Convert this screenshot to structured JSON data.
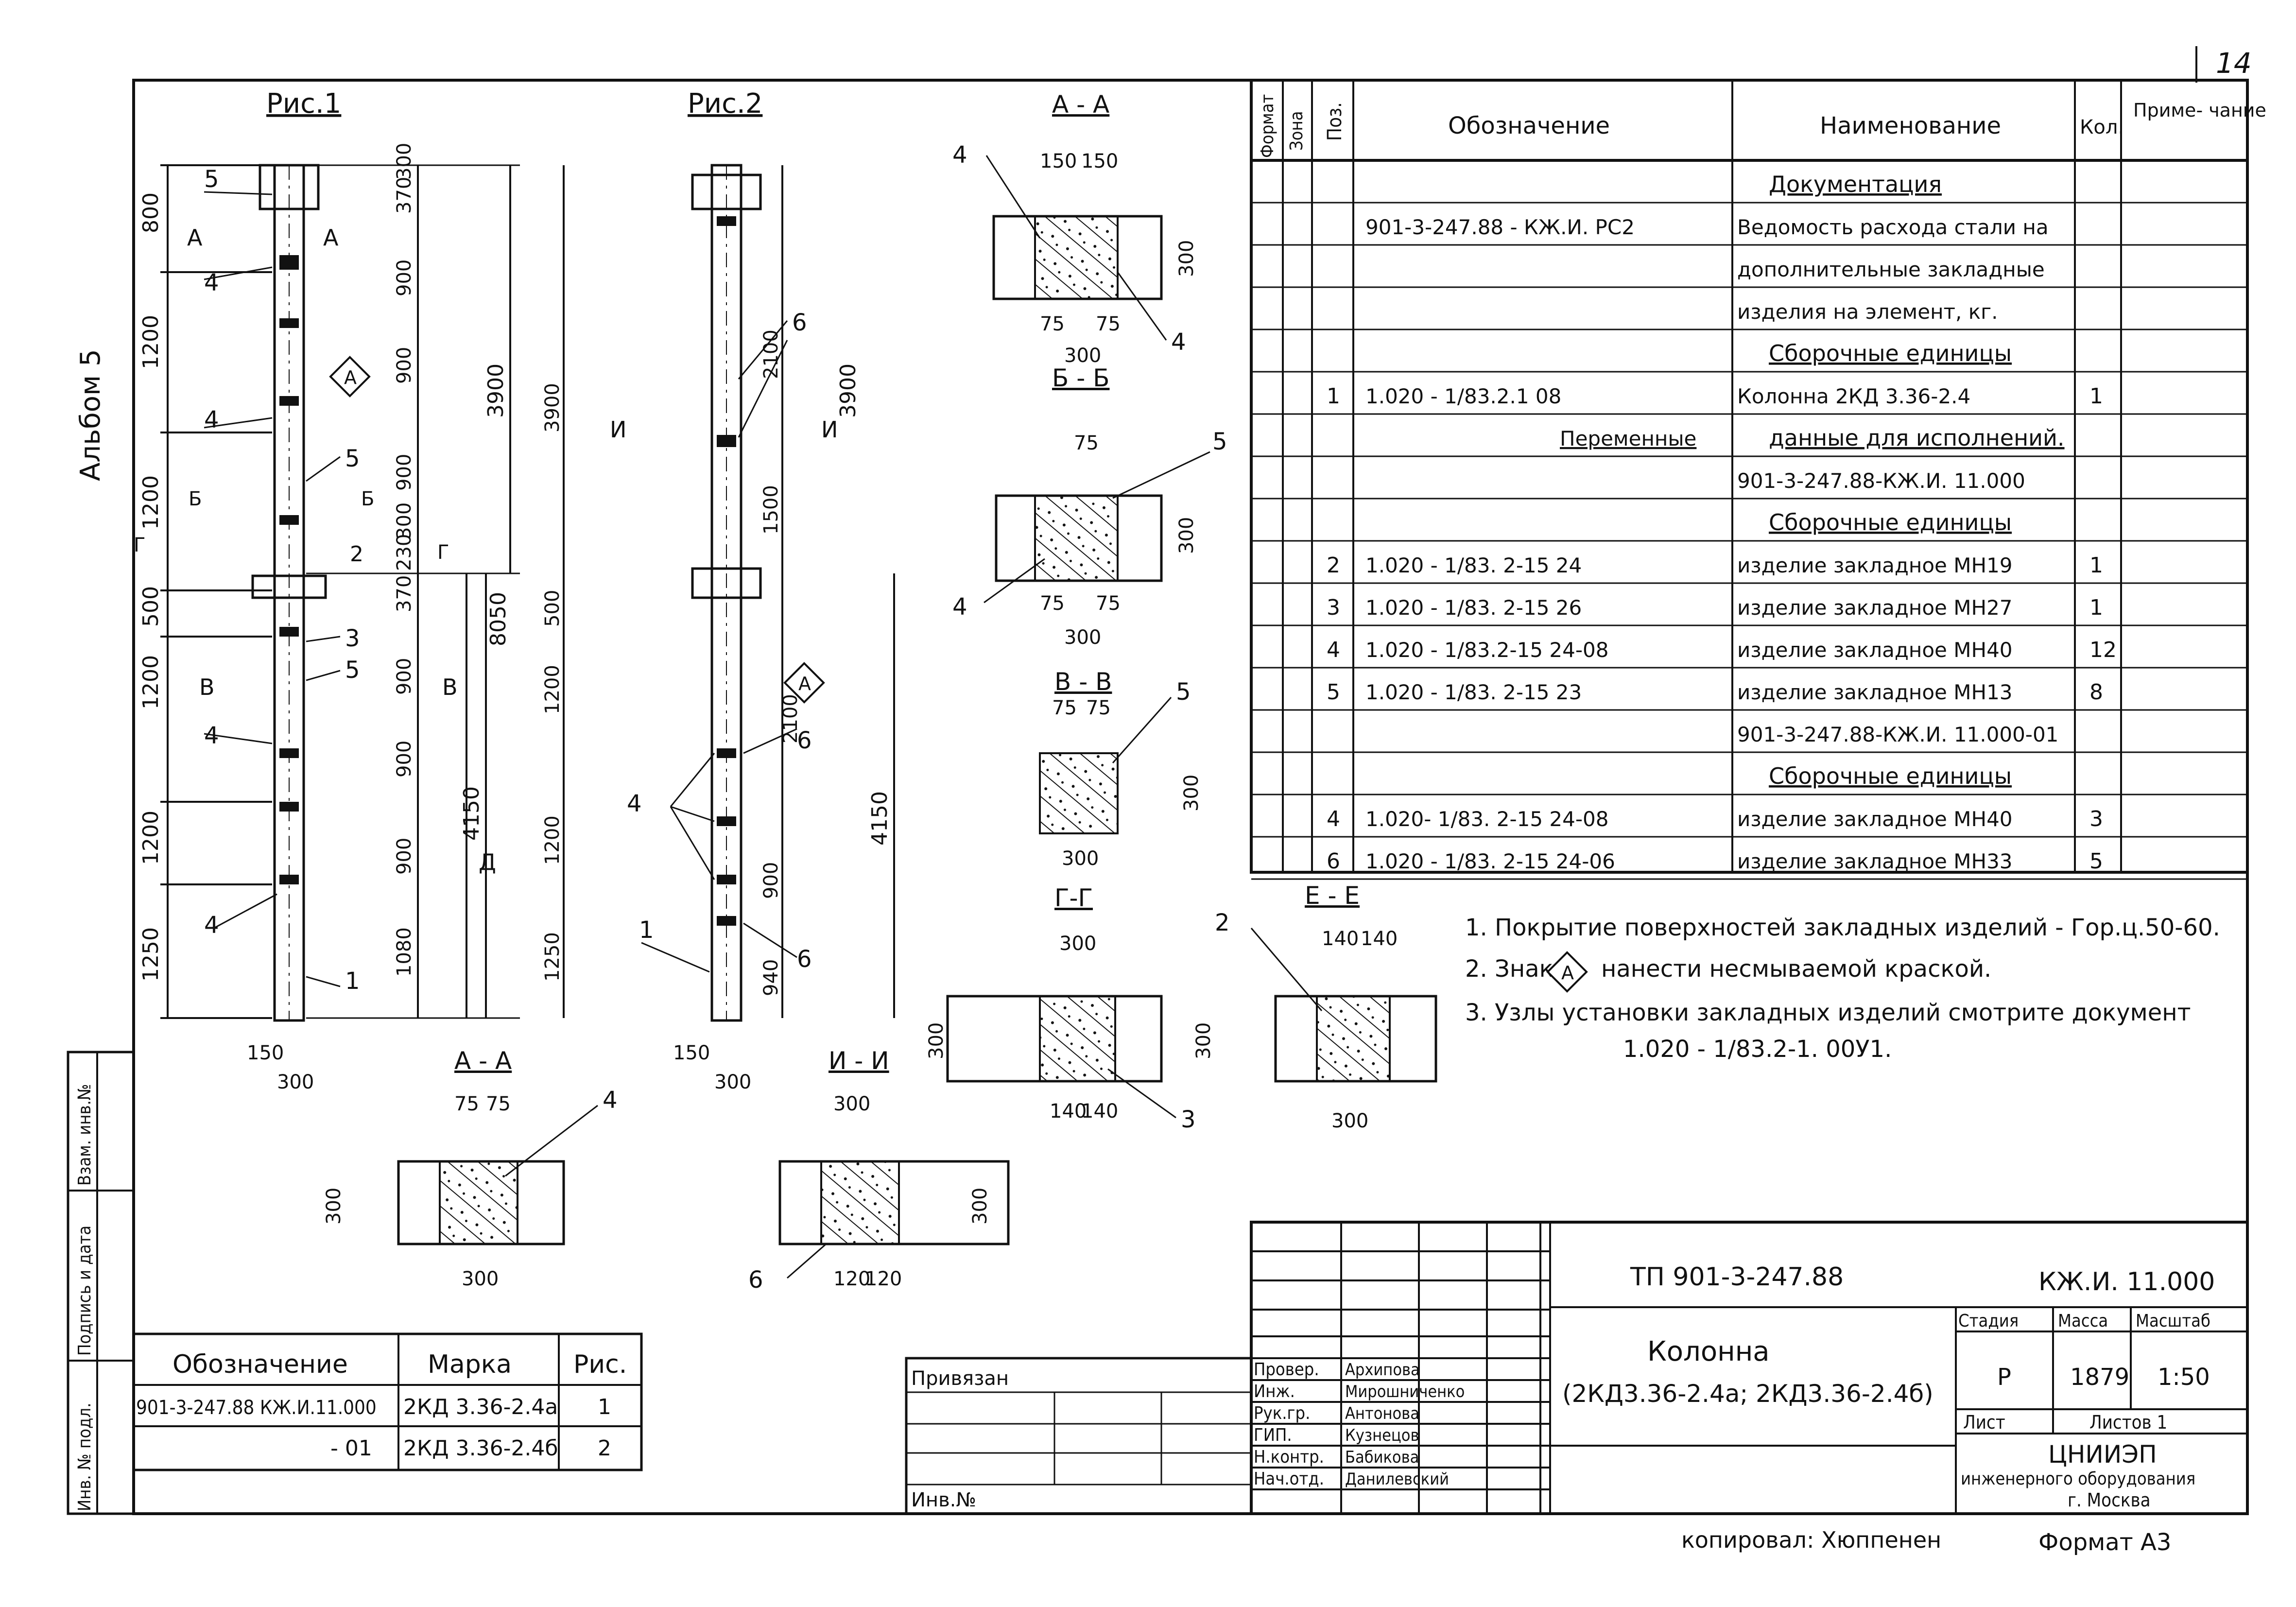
{
  "page_number": "14",
  "album_label": "Альбом 5",
  "drawing": {
    "fig1_title": "Рис.1",
    "fig2_title": "Рис.2",
    "fig1_dims": [
      "800",
      "1200",
      "1200",
      "500",
      "1200",
      "1200",
      "1250"
    ],
    "fig1_right_dims": [
      "370",
      "300",
      "900",
      "900",
      "900",
      "300",
      "230",
      "370",
      "900",
      "900",
      "900",
      "1080"
    ],
    "fig1_total_top": "3900",
    "fig1_total_mid": "8050",
    "fig1_total_bot": "4150",
    "fig2_top": "3900",
    "fig2_dims": [
      "2100",
      "1500",
      "2100",
      "900",
      "940"
    ],
    "fig2_total_bot": "4150",
    "width_150": "150",
    "width_300": "300",
    "mark_A": "А",
    "mark_B": "Б",
    "mark_V": "В",
    "mark_G": "Г",
    "mark_D": "Д",
    "mark_I": "И",
    "callouts": [
      "1",
      "2",
      "3",
      "4",
      "5",
      "6"
    ]
  },
  "sections": {
    "aa": {
      "title": "А - А",
      "dims": [
        "150",
        "150",
        "75",
        "75",
        "300",
        "75",
        "75",
        "300"
      ]
    },
    "bb": {
      "title": "Б - Б",
      "dims": [
        "75",
        "75",
        "75",
        "75",
        "300",
        "75",
        "75",
        "300"
      ]
    },
    "vv": {
      "title": "В - В",
      "dims": [
        "75",
        "75",
        "300",
        "300"
      ]
    },
    "gg": {
      "title": "Г-Г",
      "dims": [
        "300",
        "300",
        "140",
        "140"
      ]
    },
    "ee": {
      "title": "Е - Е",
      "dims": [
        "140",
        "140",
        "300",
        "300"
      ]
    },
    "aa2": {
      "title": "А - А",
      "dims": [
        "75",
        "75",
        "300",
        "300"
      ]
    },
    "ii": {
      "title": "И - И",
      "dims": [
        "300",
        "300",
        "120",
        "120"
      ]
    }
  },
  "spec_table": {
    "headers": {
      "format": "Формат",
      "zone": "Зона",
      "pos": "Поз.",
      "designation": "Обозначение",
      "name": "Наименование",
      "qty": "Кол.",
      "note": "Приме- чание"
    },
    "rows": [
      {
        "pos": "",
        "designation": "",
        "name": "Документация",
        "qty": "",
        "heading": true
      },
      {
        "pos": "",
        "designation": "901-3-247.88 - КЖ.И. РС2",
        "name": "Ведомость расхода стали на",
        "qty": ""
      },
      {
        "pos": "",
        "designation": "",
        "name": "дополнительные закладные",
        "qty": ""
      },
      {
        "pos": "",
        "designation": "",
        "name": "изделия на элемент, кг.",
        "qty": ""
      },
      {
        "pos": "",
        "designation": "",
        "name": "Сборочные единицы",
        "qty": "",
        "heading": true
      },
      {
        "pos": "1",
        "designation": "1.020 - 1/83.2.1 08",
        "name": "Колонна 2КД 3.36-2.4",
        "qty": "1"
      },
      {
        "pos": "",
        "designation": "Переменные",
        "name": "данные для исполнений.",
        "qty": "",
        "heading": true
      },
      {
        "pos": "",
        "designation": "",
        "name": "901-3-247.88-КЖ.И. 11.000",
        "qty": ""
      },
      {
        "pos": "",
        "designation": "",
        "name": "Сборочные единицы",
        "qty": "",
        "heading": true
      },
      {
        "pos": "2",
        "designation": "1.020 - 1/83. 2-15    24",
        "name": "изделие закладное МН19",
        "qty": "1"
      },
      {
        "pos": "3",
        "designation": "1.020 - 1/83. 2-15    26",
        "name": "изделие закладное МН27",
        "qty": "1"
      },
      {
        "pos": "4",
        "designation": "1.020 - 1/83.2-15    24-08",
        "name": "изделие закладное МН40",
        "qty": "12"
      },
      {
        "pos": "5",
        "designation": "1.020 - 1/83. 2-15    23",
        "name": "изделие закладное МН13",
        "qty": "8"
      },
      {
        "pos": "",
        "designation": "",
        "name": "901-3-247.88-КЖ.И. 11.000-01",
        "qty": ""
      },
      {
        "pos": "",
        "designation": "",
        "name": "Сборочные единицы",
        "qty": "",
        "heading": true
      },
      {
        "pos": "4",
        "designation": "1.020- 1/83. 2-15    24-08",
        "name": "изделие закладное МН40",
        "qty": "3"
      },
      {
        "pos": "6",
        "designation": "1.020 - 1/83. 2-15    24-06",
        "name": "изделие закладное МН33",
        "qty": "5"
      }
    ]
  },
  "notes": [
    "1. Покрытие поверхностей закладных изделий - Гор.ц.50-60.",
    "2. Знак",
    "нанести несмываемой краской.",
    "3. Узлы установки закладных изделий смотрите документ",
    "1.020 - 1/83.2-1. 00У1."
  ],
  "note_sign": "А",
  "marks_table": {
    "headers": [
      "Обозначение",
      "Марка",
      "Рис."
    ],
    "rows": [
      [
        "901-3-247.88 КЖ.И.11.000",
        "2КД 3.36-2.4а",
        "1"
      ],
      [
        "- 01",
        "2КД 3.36-2.4б",
        "2"
      ]
    ]
  },
  "left_strip": [
    "Инв. № подл.",
    "Подпись и дата",
    "Взам. инв.№"
  ],
  "privyazan": {
    "label": "Привязан",
    "inv": "Инв.№"
  },
  "title_block": {
    "project": "ТП 901-3-247.88",
    "code": "КЖ.И. 11.000",
    "name_line1": "Колонна",
    "name_line2": "(2КД3.36-2.4а; 2КД3.36-2.4б)",
    "roles": [
      "Провер.",
      "Инж.",
      "Рук.гр.",
      "ГИП.",
      "Н.контр.",
      "Нач.отд."
    ],
    "people": [
      "Архипова",
      "Мирошниченко",
      "Антонова",
      "Кузнецов",
      "Бабикова",
      "Данилевский"
    ],
    "stage_h": "Стадия",
    "mass_h": "Масса",
    "scale_h": "Масштаб",
    "stage": "Р",
    "mass": "1879",
    "scale": "1:50",
    "sheet": "Лист",
    "sheets": "Листов  1",
    "org1": "ЦНИИЭП",
    "org2": "инженерного оборудования",
    "org3": "г. Москва"
  },
  "footer": {
    "copied": "копировал: Хюппенен",
    "format": "Формат А3"
  }
}
